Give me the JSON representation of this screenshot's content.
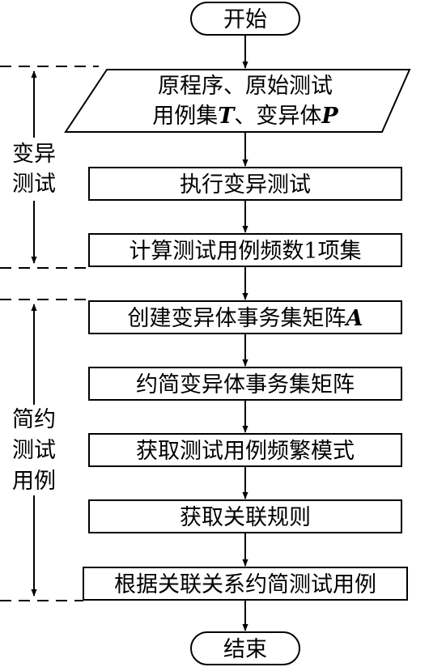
{
  "flow": {
    "start": "开始",
    "input_line1": "原程序、原始测试",
    "input_line2_a": "用例集",
    "input_line2_b": "T",
    "input_line2_c": "、变异体",
    "input_line2_d": "P",
    "step1": "执行变异测试",
    "step2": "计算测试用例频数1项集",
    "step3_a": "创建变异体事务集矩阵",
    "step3_b": "A",
    "step4": "约简变异体事务集矩阵",
    "step5": "获取测试用例频繁模式",
    "step6": "获取关联规则",
    "step7": "根据关联关系约简测试用例",
    "end": "结束"
  },
  "phases": {
    "mutation_line1": "变异",
    "mutation_line2": "测试",
    "reduce_line1": "简约",
    "reduce_line2": "测试",
    "reduce_line3": "用例"
  }
}
